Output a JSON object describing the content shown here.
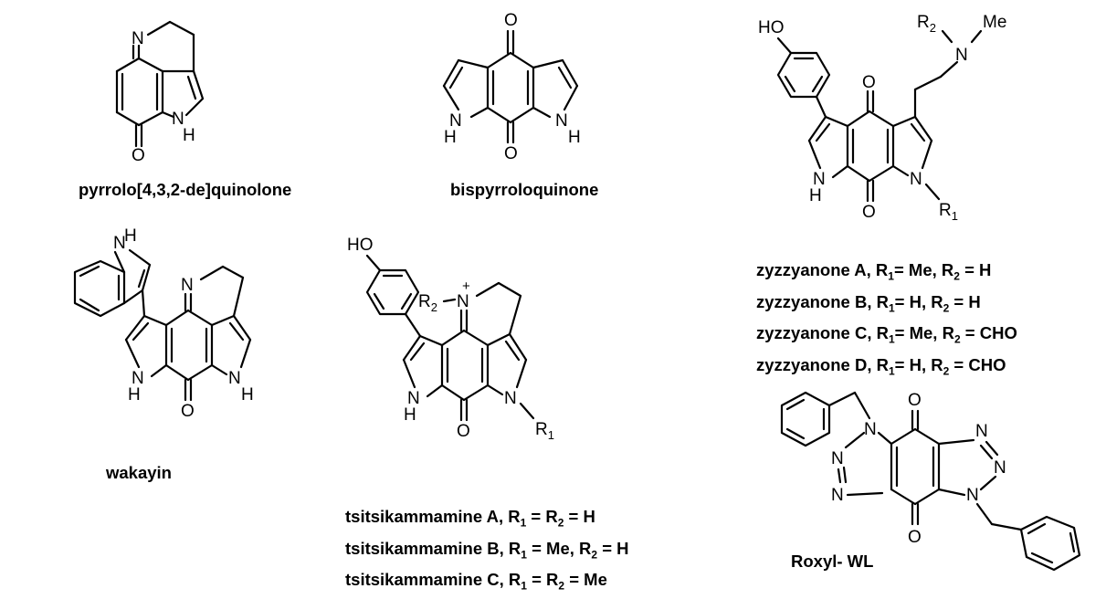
{
  "compounds": {
    "pyrroloquinolone": {
      "caption": "pyrrolo[4,3,2-de]quinolone"
    },
    "bispyrroloquinone": {
      "caption": "bispyrroloquinone"
    },
    "wakayin": {
      "caption": "wakayin"
    },
    "roxyl": {
      "caption": "Roxyl- WL"
    },
    "zyzzyanones": {
      "lines": [
        {
          "name": "zyzzyanone A",
          "r1": "Me",
          "r2": "H"
        },
        {
          "name": "zyzzyanone B",
          "r1": "H",
          "r2": "H"
        },
        {
          "name": "zyzzyanone C",
          "r1": "Me",
          "r2": "CHO"
        },
        {
          "name": "zyzzyanone D",
          "r1": "H",
          "r2": "CHO"
        }
      ]
    },
    "tsitsikammamines": {
      "lines": [
        {
          "name": "tsitsikammamine A",
          "text": "R1 = R2 = H"
        },
        {
          "name": "tsitsikammamine B",
          "text": "R1 = Me, R2 = H"
        },
        {
          "name": "tsitsikammamine C",
          "text": "R1 = R2 = Me"
        }
      ]
    }
  },
  "atoms": {
    "N": "N",
    "H": "H",
    "O": "O",
    "HO": "HO",
    "Me": "Me",
    "R2": "R2",
    "R1": "R1",
    "plus": "+"
  }
}
